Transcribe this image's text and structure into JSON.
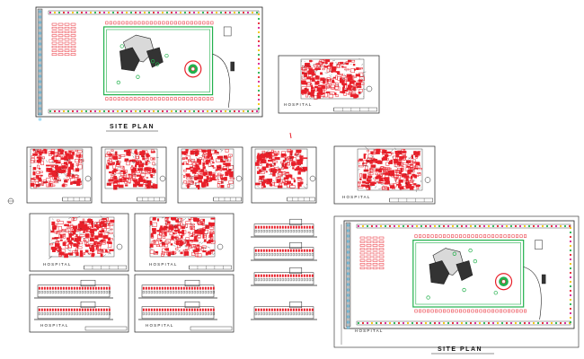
{
  "labels": {
    "site_plan_top": "SITE PLAN",
    "site_plan_bottom": "SITE PLAN",
    "hospital_1": "HOSPITAL",
    "hospital_2": "HOSPITAL",
    "hospital_3": "HOSPITAL",
    "hospital_4": "HOSPITAL",
    "hospital_5": "HOSPITAL",
    "hospital_6": "HOSPITAL",
    "hospital_7": "HOSPITAL"
  },
  "colors": {
    "background": "#ffffff",
    "linework": "#222222",
    "rooms": "#e8202a",
    "landscape": "#22b14c",
    "pavement": "#bdbdbd",
    "accent_cyan": "#00a2e8",
    "accent_magenta": "#d81b8c",
    "accent_yellow": "#f2c200",
    "building_dark": "#333333"
  }
}
